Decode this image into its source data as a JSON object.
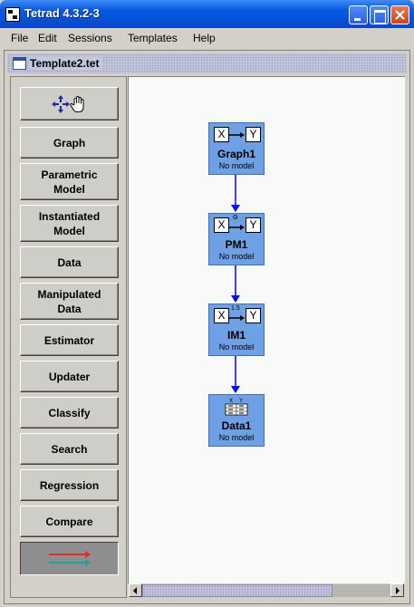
{
  "window": {
    "title": "Tetrad 4.3.2-3",
    "controls": {
      "minimize": "minimize",
      "maximize": "maximize",
      "close": "close"
    }
  },
  "menu": [
    "File",
    "Edit",
    "Sessions",
    "Templates",
    "Help"
  ],
  "internal_frame": {
    "title": "Template2.tet"
  },
  "palette": {
    "tools": [
      {
        "id": "select",
        "label": "",
        "icon": "move-select-icon"
      },
      {
        "id": "graph",
        "label": "Graph"
      },
      {
        "id": "parametric-model",
        "label": "Parametric Model"
      },
      {
        "id": "instantiated-model",
        "label": "Instantiated Model"
      },
      {
        "id": "data",
        "label": "Data"
      },
      {
        "id": "manipulated-data",
        "label": "Manipulated Data"
      },
      {
        "id": "estimator",
        "label": "Estimator"
      },
      {
        "id": "updater",
        "label": "Updater"
      },
      {
        "id": "classify",
        "label": "Classify"
      },
      {
        "id": "search",
        "label": "Search"
      },
      {
        "id": "regression",
        "label": "Regression"
      },
      {
        "id": "compare",
        "label": "Compare"
      },
      {
        "id": "flow-arrows",
        "label": "",
        "icon": "flow-arrows-icon",
        "pressed": true
      }
    ]
  },
  "nodes": [
    {
      "title": "Graph1",
      "status": "No model",
      "icon_x": "X",
      "icon_y": "Y",
      "icon_label": ""
    },
    {
      "title": "PM1",
      "status": "No model",
      "icon_x": "X",
      "icon_y": "Y",
      "icon_label": "Θ"
    },
    {
      "title": "IM1",
      "status": "No model",
      "icon_x": "X",
      "icon_y": "Y",
      "icon_label": "1.5"
    },
    {
      "title": "Data1",
      "status": "No model",
      "icon_x": "X",
      "icon_y": "Y",
      "icon_label": ""
    }
  ],
  "colors": {
    "node_fill": "#6fa0e4",
    "edge": "#0000ff",
    "canvas": "#f8faf8",
    "flow_arrow_red": "#d83030",
    "flow_arrow_teal": "#20a0a0"
  }
}
